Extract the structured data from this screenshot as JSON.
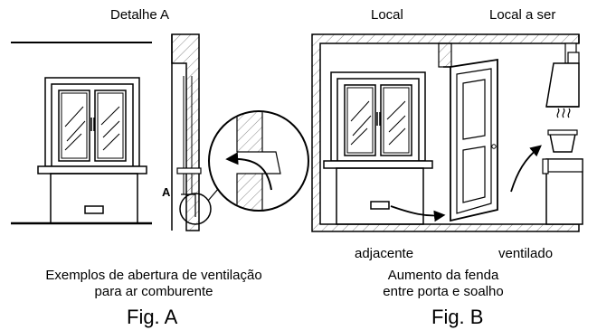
{
  "figA": {
    "detail_label": "Detalhe A",
    "marker": "A",
    "caption_line1": "Exemplos de abertura de ventilação",
    "caption_line2": "para ar comburente",
    "fig_label": "Fig. A"
  },
  "figB": {
    "local_label": "Local",
    "local_to_be_label": "Local a ser",
    "adjacent_label": "adjacente",
    "ventilated_label": "ventilado",
    "caption_line1": "Aumento da fenda",
    "caption_line2": "entre porta e soalho",
    "fig_label": "Fig. B"
  }
}
